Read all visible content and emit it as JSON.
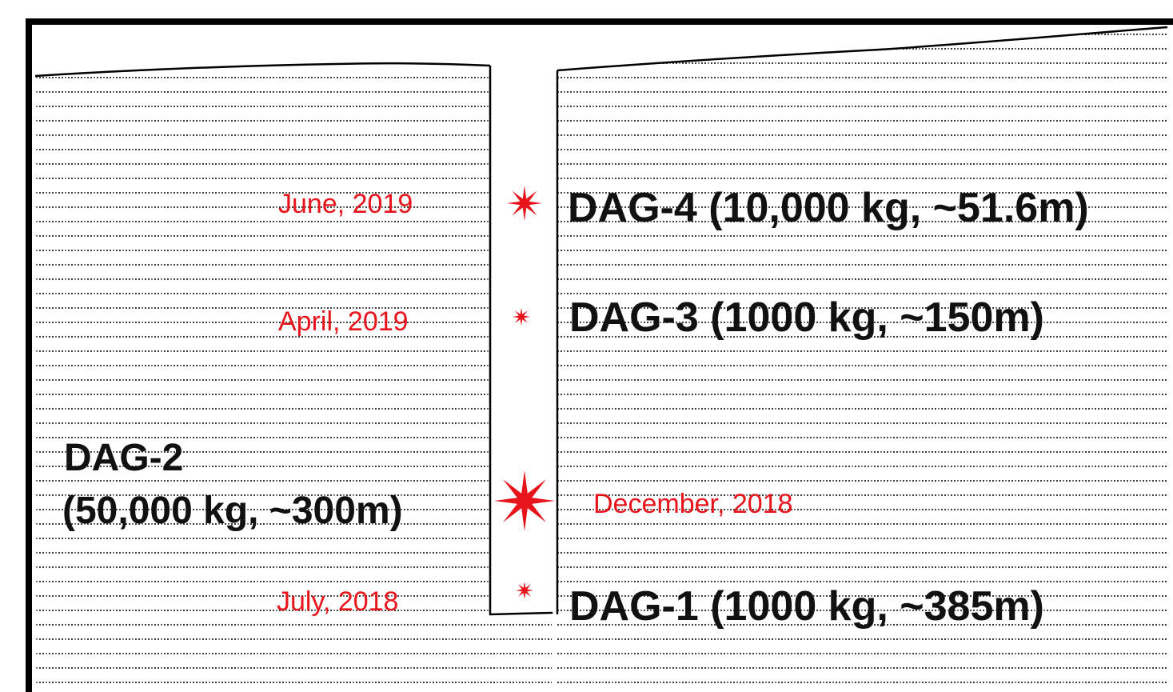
{
  "colors": {
    "frame": "#000000",
    "label_text": "#111111",
    "event_red": "#e8141c",
    "texture_dots": "#3a3a3a",
    "background": "#ffffff"
  },
  "events": [
    {
      "id": "dag-4",
      "label": "DAG-4 (10,000 kg, ~51.6m)",
      "date": "June, 2019",
      "star_size": "medium"
    },
    {
      "id": "dag-3",
      "label": "DAG-3 (1000 kg, ~150m)",
      "date": "April, 2019",
      "star_size": "small"
    },
    {
      "id": "dag-2",
      "label_line1": "DAG-2",
      "label_line2": "(50,000 kg, ~300m)",
      "date": "December, 2018",
      "star_size": "large"
    },
    {
      "id": "dag-1",
      "label": "DAG-1 (1000 kg, ~385m)",
      "date": "July, 2018",
      "star_size": "small"
    }
  ],
  "icons": {
    "explosion": "starburst-icon",
    "borehole": "borehole-shaft"
  }
}
